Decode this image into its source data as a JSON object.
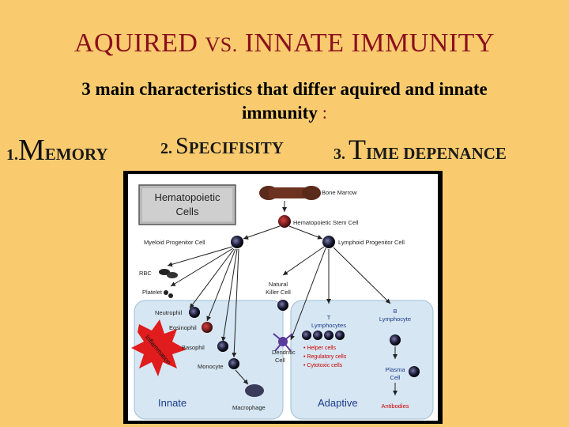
{
  "slide": {
    "title_part1": "AQUIRED ",
    "title_vs": "VS.",
    "title_part2": " INNATE IMMUNITY",
    "subtitle_line1": "3 main characteristics that differ aquired and innate",
    "subtitle_line2": "immunity ",
    "subtitle_colon": ":",
    "features": [
      {
        "num": "1.",
        "big": "M",
        "rest": "EMORY"
      },
      {
        "num": "2.",
        "big": "S",
        "rest": "PECIFISITY"
      },
      {
        "num": "3.",
        "big": "T",
        "rest": "IME DEPENANCE"
      }
    ]
  },
  "diagram": {
    "header_box_line1": "Hematopoietic",
    "header_box_line2": "Cells",
    "bone_marrow": "Bone Marrow",
    "stem_cell": "Hematopoietic Stem Cell",
    "myeloid": "Myeloid Progenitor Cell",
    "lymphoid": "Lymphoid Progenitor Cell",
    "rbc": "RBC",
    "platelet": "Platelet",
    "nk_line1": "Natural",
    "nk_line2": "Killer Cell",
    "neutrophil": "Neutrophil",
    "eosinophil": "Eosinophil",
    "basophil": "Basophil",
    "monocyte": "Monocyte",
    "macrophage": "Macrophage",
    "dendritic_line1": "Dendritic",
    "dendritic_line2": "Cell",
    "inflammation": "Inflammation",
    "t_line1": "T",
    "t_line2": "Lymphocytes",
    "t_subtypes": [
      "Helper cells",
      "Regulatory cells",
      "Cytotoxic cells"
    ],
    "b_line1": "B",
    "b_line2": "Lymphocyte",
    "plasma_line1": "Plasma",
    "plasma_line2": "Cell",
    "antibodies": "Antibodies",
    "innate_label": "Innate",
    "adaptive_label": "Adaptive"
  },
  "colors": {
    "background": "#f9cb6e",
    "title": "#8b0f1e",
    "panel_blue": "#d6e6f2",
    "label_blue": "#1b3a8c",
    "subtype_red": "#cc0000"
  }
}
